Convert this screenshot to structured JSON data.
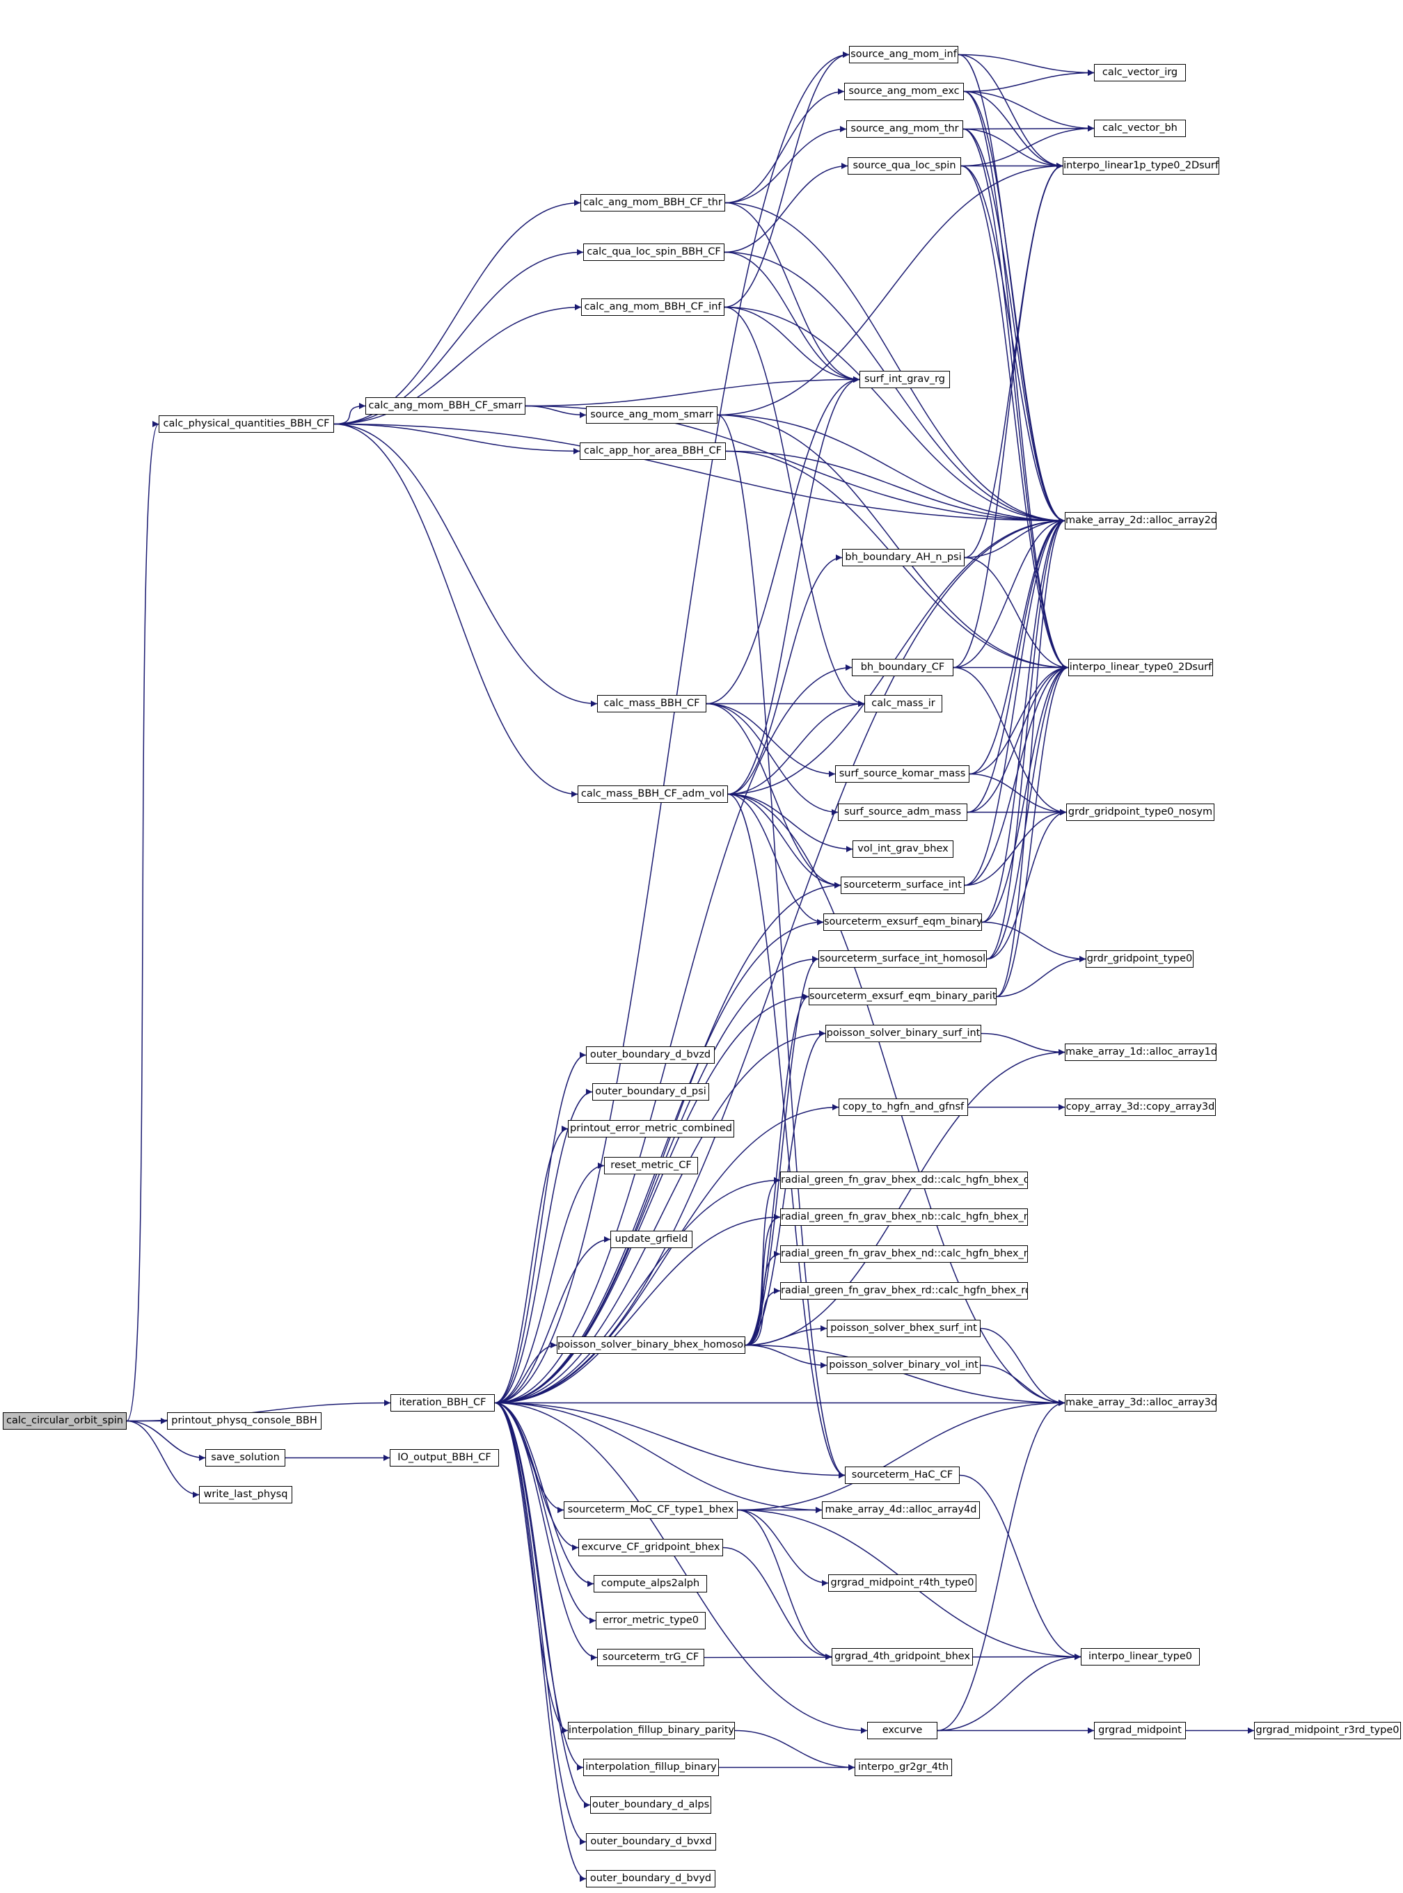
{
  "diagram": {
    "type": "call-graph",
    "edge_color": "#191970",
    "root_fill": "#bfbfbf",
    "nodes": [
      {
        "id": "calc_circular_orbit_spin",
        "label": "calc_circular_orbit_spin",
        "root": true
      },
      {
        "id": "calc_physical_quantities_BBH_CF",
        "label": "calc_physical_quantities_BBH_CF"
      },
      {
        "id": "printout_physq_console_BBH",
        "label": "printout_physq_console_BBH"
      },
      {
        "id": "save_solution",
        "label": "save_solution"
      },
      {
        "id": "write_last_physq",
        "label": "write_last_physq"
      },
      {
        "id": "iteration_BBH_CF",
        "label": "iteration_BBH_CF"
      },
      {
        "id": "IO_output_BBH_CF",
        "label": "IO_output_BBH_CF"
      },
      {
        "id": "calc_ang_mom_BBH_CF_smarr",
        "label": "calc_ang_mom_BBH_CF_smarr"
      },
      {
        "id": "calc_ang_mom_BBH_CF_thr",
        "label": "calc_ang_mom_BBH_CF_thr"
      },
      {
        "id": "calc_qua_loc_spin_BBH_CF",
        "label": "calc_qua_loc_spin_BBH_CF"
      },
      {
        "id": "calc_ang_mom_BBH_CF_inf",
        "label": "calc_ang_mom_BBH_CF_inf"
      },
      {
        "id": "calc_app_hor_area_BBH_CF",
        "label": "calc_app_hor_area_BBH_CF"
      },
      {
        "id": "calc_mass_BBH_CF",
        "label": "calc_mass_BBH_CF"
      },
      {
        "id": "calc_mass_BBH_CF_adm_vol",
        "label": "calc_mass_BBH_CF_adm_vol"
      },
      {
        "id": "source_ang_mom_smarr",
        "label": "source_ang_mom_smarr"
      },
      {
        "id": "source_ang_mom_inf",
        "label": "source_ang_mom_inf"
      },
      {
        "id": "source_ang_mom_exc",
        "label": "source_ang_mom_exc"
      },
      {
        "id": "source_ang_mom_thr",
        "label": "source_ang_mom_thr"
      },
      {
        "id": "source_qua_loc_spin",
        "label": "source_qua_loc_spin"
      },
      {
        "id": "surf_int_grav_rg",
        "label": "surf_int_grav_rg"
      },
      {
        "id": "bh_boundary_AH_n_psi",
        "label": "bh_boundary_AH_n_psi"
      },
      {
        "id": "bh_boundary_CF",
        "label": "bh_boundary_CF"
      },
      {
        "id": "calc_mass_ir",
        "label": "calc_mass_ir"
      },
      {
        "id": "surf_source_komar_mass",
        "label": "surf_source_komar_mass"
      },
      {
        "id": "surf_source_adm_mass",
        "label": "surf_source_adm_mass"
      },
      {
        "id": "vol_int_grav_bhex",
        "label": "vol_int_grav_bhex"
      },
      {
        "id": "sourceterm_surface_int",
        "label": "sourceterm_surface_int"
      },
      {
        "id": "sourceterm_exsurf_eqm_binary",
        "label": "sourceterm_exsurf_eqm_binary"
      },
      {
        "id": "sourceterm_surface_int_homosol",
        "label": "sourceterm_surface_int_homosol"
      },
      {
        "id": "sourceterm_exsurf_eqm_binary_parity",
        "label": "sourceterm_exsurf_eqm_binary_parity"
      },
      {
        "id": "poisson_solver_binary_surf_int",
        "label": "poisson_solver_binary_surf_int"
      },
      {
        "id": "copy_to_hgfn_and_gfnsf",
        "label": "copy_to_hgfn_and_gfnsf"
      },
      {
        "id": "radial_green_fn_grav_bhex_dd",
        "label": "radial_green_fn_grav_bhex_dd::calc_hgfn_bhex_dd"
      },
      {
        "id": "radial_green_fn_grav_bhex_nb",
        "label": "radial_green_fn_grav_bhex_nb::calc_hgfn_bhex_nb"
      },
      {
        "id": "radial_green_fn_grav_bhex_nd",
        "label": "radial_green_fn_grav_bhex_nd::calc_hgfn_bhex_nd"
      },
      {
        "id": "radial_green_fn_grav_bhex_rd",
        "label": "radial_green_fn_grav_bhex_rd::calc_hgfn_bhex_rd"
      },
      {
        "id": "poisson_solver_binary_bhex_homosol",
        "label": "poisson_solver_binary_bhex_homosol"
      },
      {
        "id": "poisson_solver_bhex_surf_int",
        "label": "poisson_solver_bhex_surf_int"
      },
      {
        "id": "poisson_solver_binary_vol_int",
        "label": "poisson_solver_binary_vol_int"
      },
      {
        "id": "sourceterm_HaC_CF",
        "label": "sourceterm_HaC_CF"
      },
      {
        "id": "make_array_4d",
        "label": "make_array_4d::alloc_array4d"
      },
      {
        "id": "grgrad_midpoint_r4th_type0",
        "label": "grgrad_midpoint_r4th_type0"
      },
      {
        "id": "grgrad_4th_gridpoint_bhex",
        "label": "grgrad_4th_gridpoint_bhex"
      },
      {
        "id": "excurve",
        "label": "excurve"
      },
      {
        "id": "interpo_gr2gr_4th",
        "label": "interpo_gr2gr_4th"
      },
      {
        "id": "grgrad_midpoint",
        "label": "grgrad_midpoint"
      },
      {
        "id": "grgrad_midpoint_r3rd_type0",
        "label": "grgrad_midpoint_r3rd_type0"
      },
      {
        "id": "calc_vector_irg",
        "label": "calc_vector_irg"
      },
      {
        "id": "calc_vector_bh",
        "label": "calc_vector_bh"
      },
      {
        "id": "interpo_linear1p_type0_2Dsurf",
        "label": "interpo_linear1p_type0_2Dsurf"
      },
      {
        "id": "make_array_2d",
        "label": "make_array_2d::alloc_array2d"
      },
      {
        "id": "interpo_linear_type0_2Dsurf",
        "label": "interpo_linear_type0_2Dsurf"
      },
      {
        "id": "grdr_gridpoint_type0_nosym",
        "label": "grdr_gridpoint_type0_nosym"
      },
      {
        "id": "grdr_gridpoint_type0",
        "label": "grdr_gridpoint_type0"
      },
      {
        "id": "make_array_1d",
        "label": "make_array_1d::alloc_array1d"
      },
      {
        "id": "copy_array_3d",
        "label": "copy_array_3d::copy_array3d"
      },
      {
        "id": "make_array_3d",
        "label": "make_array_3d::alloc_array3d"
      },
      {
        "id": "interpo_linear_type0",
        "label": "interpo_linear_type0"
      },
      {
        "id": "outer_boundary_d_bvzd",
        "label": "outer_boundary_d_bvzd"
      },
      {
        "id": "outer_boundary_d_psi",
        "label": "outer_boundary_d_psi"
      },
      {
        "id": "printout_error_metric_combined",
        "label": "printout_error_metric_combined"
      },
      {
        "id": "reset_metric_CF",
        "label": "reset_metric_CF"
      },
      {
        "id": "update_grfield",
        "label": "update_grfield"
      },
      {
        "id": "sourceterm_MoC_CF_type1_bhex",
        "label": "sourceterm_MoC_CF_type1_bhex"
      },
      {
        "id": "excurve_CF_gridpoint_bhex",
        "label": "excurve_CF_gridpoint_bhex"
      },
      {
        "id": "compute_alps2alph",
        "label": "compute_alps2alph"
      },
      {
        "id": "error_metric_type0",
        "label": "error_metric_type0"
      },
      {
        "id": "sourceterm_trG_CF",
        "label": "sourceterm_trG_CF"
      },
      {
        "id": "interpolation_fillup_binary_parity",
        "label": "interpolation_fillup_binary_parity"
      },
      {
        "id": "interpolation_fillup_binary",
        "label": "interpolation_fillup_binary"
      },
      {
        "id": "outer_boundary_d_alps",
        "label": "outer_boundary_d_alps"
      },
      {
        "id": "outer_boundary_d_bvxd",
        "label": "outer_boundary_d_bvxd"
      },
      {
        "id": "outer_boundary_d_bvyd",
        "label": "outer_boundary_d_bvyd"
      }
    ],
    "edges": [
      [
        "calc_circular_orbit_spin",
        "calc_physical_quantities_BBH_CF"
      ],
      [
        "calc_circular_orbit_spin",
        "iteration_BBH_CF"
      ],
      [
        "calc_circular_orbit_spin",
        "printout_physq_console_BBH"
      ],
      [
        "calc_circular_orbit_spin",
        "save_solution"
      ],
      [
        "calc_circular_orbit_spin",
        "write_last_physq"
      ],
      [
        "save_solution",
        "IO_output_BBH_CF"
      ],
      [
        "calc_physical_quantities_BBH_CF",
        "calc_ang_mom_BBH_CF_smarr"
      ],
      [
        "calc_physical_quantities_BBH_CF",
        "calc_ang_mom_BBH_CF_thr"
      ],
      [
        "calc_physical_quantities_BBH_CF",
        "calc_qua_loc_spin_BBH_CF"
      ],
      [
        "calc_physical_quantities_BBH_CF",
        "calc_ang_mom_BBH_CF_inf"
      ],
      [
        "calc_physical_quantities_BBH_CF",
        "calc_app_hor_area_BBH_CF"
      ],
      [
        "calc_physical_quantities_BBH_CF",
        "calc_mass_BBH_CF"
      ],
      [
        "calc_physical_quantities_BBH_CF",
        "calc_mass_BBH_CF_adm_vol"
      ],
      [
        "calc_physical_quantities_BBH_CF",
        "make_array_2d"
      ],
      [
        "calc_ang_mom_BBH_CF_smarr",
        "source_ang_mom_smarr"
      ],
      [
        "calc_ang_mom_BBH_CF_smarr",
        "surf_int_grav_rg"
      ],
      [
        "calc_ang_mom_BBH_CF_smarr",
        "make_array_2d"
      ],
      [
        "calc_ang_mom_BBH_CF_thr",
        "source_ang_mom_thr"
      ],
      [
        "calc_ang_mom_BBH_CF_thr",
        "source_ang_mom_exc"
      ],
      [
        "calc_ang_mom_BBH_CF_thr",
        "surf_int_grav_rg"
      ],
      [
        "calc_ang_mom_BBH_CF_thr",
        "make_array_2d"
      ],
      [
        "calc_qua_loc_spin_BBH_CF",
        "source_qua_loc_spin"
      ],
      [
        "calc_qua_loc_spin_BBH_CF",
        "surf_int_grav_rg"
      ],
      [
        "calc_qua_loc_spin_BBH_CF",
        "make_array_2d"
      ],
      [
        "calc_ang_mom_BBH_CF_inf",
        "source_ang_mom_inf"
      ],
      [
        "calc_ang_mom_BBH_CF_inf",
        "surf_int_grav_rg"
      ],
      [
        "calc_ang_mom_BBH_CF_inf",
        "make_array_2d"
      ],
      [
        "calc_ang_mom_BBH_CF_inf",
        "calc_mass_ir"
      ],
      [
        "calc_app_hor_area_BBH_CF",
        "make_array_2d"
      ],
      [
        "calc_app_hor_area_BBH_CF",
        "interpo_linear_type0_2Dsurf"
      ],
      [
        "source_ang_mom_smarr",
        "interpo_linear1p_type0_2Dsurf"
      ],
      [
        "source_ang_mom_smarr",
        "make_array_2d"
      ],
      [
        "source_ang_mom_smarr",
        "interpo_linear_type0_2Dsurf"
      ],
      [
        "source_ang_mom_smarr",
        "sourceterm_HaC_CF"
      ],
      [
        "source_ang_mom_inf",
        "calc_vector_irg"
      ],
      [
        "source_ang_mom_inf",
        "interpo_linear1p_type0_2Dsurf"
      ],
      [
        "source_ang_mom_inf",
        "make_array_2d"
      ],
      [
        "source_ang_mom_exc",
        "calc_vector_irg"
      ],
      [
        "source_ang_mom_exc",
        "calc_vector_bh"
      ],
      [
        "source_ang_mom_exc",
        "interpo_linear1p_type0_2Dsurf"
      ],
      [
        "source_ang_mom_exc",
        "make_array_2d"
      ],
      [
        "source_ang_mom_exc",
        "interpo_linear_type0_2Dsurf"
      ],
      [
        "source_ang_mom_thr",
        "calc_vector_bh"
      ],
      [
        "source_ang_mom_thr",
        "interpo_linear1p_type0_2Dsurf"
      ],
      [
        "source_ang_mom_thr",
        "make_array_2d"
      ],
      [
        "source_ang_mom_thr",
        "interpo_linear_type0_2Dsurf"
      ],
      [
        "source_qua_loc_spin",
        "calc_vector_bh"
      ],
      [
        "source_qua_loc_spin",
        "interpo_linear1p_type0_2Dsurf"
      ],
      [
        "source_qua_loc_spin",
        "make_array_2d"
      ],
      [
        "source_qua_loc_spin",
        "interpo_linear_type0_2Dsurf"
      ],
      [
        "calc_mass_BBH_CF",
        "surf_int_grav_rg"
      ],
      [
        "calc_mass_BBH_CF",
        "calc_mass_ir"
      ],
      [
        "calc_mass_BBH_CF",
        "surf_source_komar_mass"
      ],
      [
        "calc_mass_BBH_CF",
        "surf_source_adm_mass"
      ],
      [
        "calc_mass_BBH_CF",
        "sourceterm_surface_int"
      ],
      [
        "calc_mass_BBH_CF_adm_vol",
        "surf_int_grav_rg"
      ],
      [
        "calc_mass_BBH_CF_adm_vol",
        "calc_mass_ir"
      ],
      [
        "calc_mass_BBH_CF_adm_vol",
        "bh_boundary_AH_n_psi"
      ],
      [
        "calc_mass_BBH_CF_adm_vol",
        "make_array_2d"
      ],
      [
        "calc_mass_BBH_CF_adm_vol",
        "vol_int_grav_bhex"
      ],
      [
        "calc_mass_BBH_CF_adm_vol",
        "sourceterm_surface_int"
      ],
      [
        "calc_mass_BBH_CF_adm_vol",
        "sourceterm_exsurf_eqm_binary"
      ],
      [
        "calc_mass_BBH_CF_adm_vol",
        "make_array_3d"
      ],
      [
        "calc_mass_BBH_CF_adm_vol",
        "sourceterm_HaC_CF"
      ],
      [
        "bh_boundary_AH_n_psi",
        "interpo_linear1p_type0_2Dsurf"
      ],
      [
        "bh_boundary_AH_n_psi",
        "make_array_2d"
      ],
      [
        "bh_boundary_AH_n_psi",
        "interpo_linear_type0_2Dsurf"
      ],
      [
        "bh_boundary_CF",
        "interpo_linear1p_type0_2Dsurf"
      ],
      [
        "bh_boundary_CF",
        "make_array_2d"
      ],
      [
        "bh_boundary_CF",
        "interpo_linear_type0_2Dsurf"
      ],
      [
        "bh_boundary_CF",
        "grdr_gridpoint_type0_nosym"
      ],
      [
        "surf_source_komar_mass",
        "make_array_2d"
      ],
      [
        "surf_source_komar_mass",
        "interpo_linear_type0_2Dsurf"
      ],
      [
        "surf_source_komar_mass",
        "grdr_gridpoint_type0_nosym"
      ],
      [
        "surf_source_adm_mass",
        "make_array_2d"
      ],
      [
        "surf_source_adm_mass",
        "interpo_linear_type0_2Dsurf"
      ],
      [
        "surf_source_adm_mass",
        "grdr_gridpoint_type0_nosym"
      ],
      [
        "sourceterm_surface_int",
        "make_array_2d"
      ],
      [
        "sourceterm_surface_int",
        "interpo_linear_type0_2Dsurf"
      ],
      [
        "sourceterm_surface_int",
        "grdr_gridpoint_type0_nosym"
      ],
      [
        "sourceterm_exsurf_eqm_binary",
        "make_array_2d"
      ],
      [
        "sourceterm_exsurf_eqm_binary",
        "interpo_linear_type0_2Dsurf"
      ],
      [
        "sourceterm_exsurf_eqm_binary",
        "grdr_gridpoint_type0"
      ],
      [
        "sourceterm_surface_int_homosol",
        "make_array_2d"
      ],
      [
        "sourceterm_surface_int_homosol",
        "interpo_linear_type0_2Dsurf"
      ],
      [
        "sourceterm_surface_int_homosol",
        "grdr_gridpoint_type0_nosym"
      ],
      [
        "sourceterm_exsurf_eqm_binary_parity",
        "make_array_2d"
      ],
      [
        "sourceterm_exsurf_eqm_binary_parity",
        "interpo_linear_type0_2Dsurf"
      ],
      [
        "sourceterm_exsurf_eqm_binary_parity",
        "grdr_gridpoint_type0"
      ],
      [
        "poisson_solver_binary_surf_int",
        "make_array_1d"
      ],
      [
        "copy_to_hgfn_and_gfnsf",
        "copy_array_3d"
      ],
      [
        "poisson_solver_binary_bhex_homosol",
        "sourceterm_surface_int_homosol"
      ],
      [
        "poisson_solver_binary_bhex_homosol",
        "sourceterm_exsurf_eqm_binary_parity"
      ],
      [
        "poisson_solver_binary_bhex_homosol",
        "poisson_solver_binary_surf_int"
      ],
      [
        "poisson_solver_binary_bhex_homosol",
        "make_array_1d"
      ],
      [
        "poisson_solver_binary_bhex_homosol",
        "radial_green_fn_grav_bhex_dd"
      ],
      [
        "poisson_solver_binary_bhex_homosol",
        "radial_green_fn_grav_bhex_nb"
      ],
      [
        "poisson_solver_binary_bhex_homosol",
        "radial_green_fn_grav_bhex_nd"
      ],
      [
        "poisson_solver_binary_bhex_homosol",
        "radial_green_fn_grav_bhex_rd"
      ],
      [
        "poisson_solver_binary_bhex_homosol",
        "poisson_solver_bhex_surf_int"
      ],
      [
        "poisson_solver_binary_bhex_homosol",
        "poisson_solver_binary_vol_int"
      ],
      [
        "poisson_solver_binary_bhex_homosol",
        "make_array_3d"
      ],
      [
        "poisson_solver_bhex_surf_int",
        "make_array_3d"
      ],
      [
        "poisson_solver_binary_vol_int",
        "make_array_3d"
      ],
      [
        "sourceterm_HaC_CF",
        "interpo_linear_type0"
      ],
      [
        "sourceterm_MoC_CF_type1_bhex",
        "make_array_4d"
      ],
      [
        "sourceterm_MoC_CF_type1_bhex",
        "make_array_3d"
      ],
      [
        "sourceterm_MoC_CF_type1_bhex",
        "grgrad_midpoint_r4th_type0"
      ],
      [
        "sourceterm_MoC_CF_type1_bhex",
        "grgrad_4th_gridpoint_bhex"
      ],
      [
        "sourceterm_MoC_CF_type1_bhex",
        "interpo_linear_type0"
      ],
      [
        "excurve_CF_gridpoint_bhex",
        "grgrad_4th_gridpoint_bhex"
      ],
      [
        "sourceterm_trG_CF",
        "interpo_linear_type0"
      ],
      [
        "excurve",
        "make_array_3d"
      ],
      [
        "excurve",
        "interpo_linear_type0"
      ],
      [
        "excurve",
        "grgrad_midpoint"
      ],
      [
        "grgrad_midpoint",
        "grgrad_midpoint_r3rd_type0"
      ],
      [
        "interpolation_fillup_binary_parity",
        "interpo_gr2gr_4th"
      ],
      [
        "interpolation_fillup_binary",
        "interpo_gr2gr_4th"
      ],
      [
        "iteration_BBH_CF",
        "source_ang_mom_inf"
      ],
      [
        "iteration_BBH_CF",
        "make_array_2d"
      ],
      [
        "iteration_BBH_CF",
        "bh_boundary_CF"
      ],
      [
        "iteration_BBH_CF",
        "sourceterm_surface_int"
      ],
      [
        "iteration_BBH_CF",
        "sourceterm_exsurf_eqm_binary"
      ],
      [
        "iteration_BBH_CF",
        "sourceterm_surface_int_homosol"
      ],
      [
        "iteration_BBH_CF",
        "sourceterm_exsurf_eqm_binary_parity"
      ],
      [
        "iteration_BBH_CF",
        "poisson_solver_binary_surf_int"
      ],
      [
        "iteration_BBH_CF",
        "copy_to_hgfn_and_gfnsf"
      ],
      [
        "iteration_BBH_CF",
        "radial_green_fn_grav_bhex_dd"
      ],
      [
        "iteration_BBH_CF",
        "radial_green_fn_grav_bhex_nb"
      ],
      [
        "iteration_BBH_CF",
        "poisson_solver_binary_bhex_homosol"
      ],
      [
        "iteration_BBH_CF",
        "make_array_3d"
      ],
      [
        "iteration_BBH_CF",
        "sourceterm_HaC_CF"
      ],
      [
        "iteration_BBH_CF",
        "make_array_4d"
      ],
      [
        "iteration_BBH_CF",
        "outer_boundary_d_bvzd"
      ],
      [
        "iteration_BBH_CF",
        "outer_boundary_d_psi"
      ],
      [
        "iteration_BBH_CF",
        "printout_error_metric_combined"
      ],
      [
        "iteration_BBH_CF",
        "reset_metric_CF"
      ],
      [
        "iteration_BBH_CF",
        "update_grfield"
      ],
      [
        "iteration_BBH_CF",
        "sourceterm_MoC_CF_type1_bhex"
      ],
      [
        "iteration_BBH_CF",
        "excurve_CF_gridpoint_bhex"
      ],
      [
        "iteration_BBH_CF",
        "compute_alps2alph"
      ],
      [
        "iteration_BBH_CF",
        "error_metric_type0"
      ],
      [
        "iteration_BBH_CF",
        "sourceterm_trG_CF"
      ],
      [
        "iteration_BBH_CF",
        "excurve"
      ],
      [
        "iteration_BBH_CF",
        "interpolation_fillup_binary_parity"
      ],
      [
        "iteration_BBH_CF",
        "interpolation_fillup_binary"
      ],
      [
        "iteration_BBH_CF",
        "outer_boundary_d_alps"
      ],
      [
        "iteration_BBH_CF",
        "outer_boundary_d_bvxd"
      ],
      [
        "iteration_BBH_CF",
        "outer_boundary_d_bvyd"
      ]
    ]
  }
}
